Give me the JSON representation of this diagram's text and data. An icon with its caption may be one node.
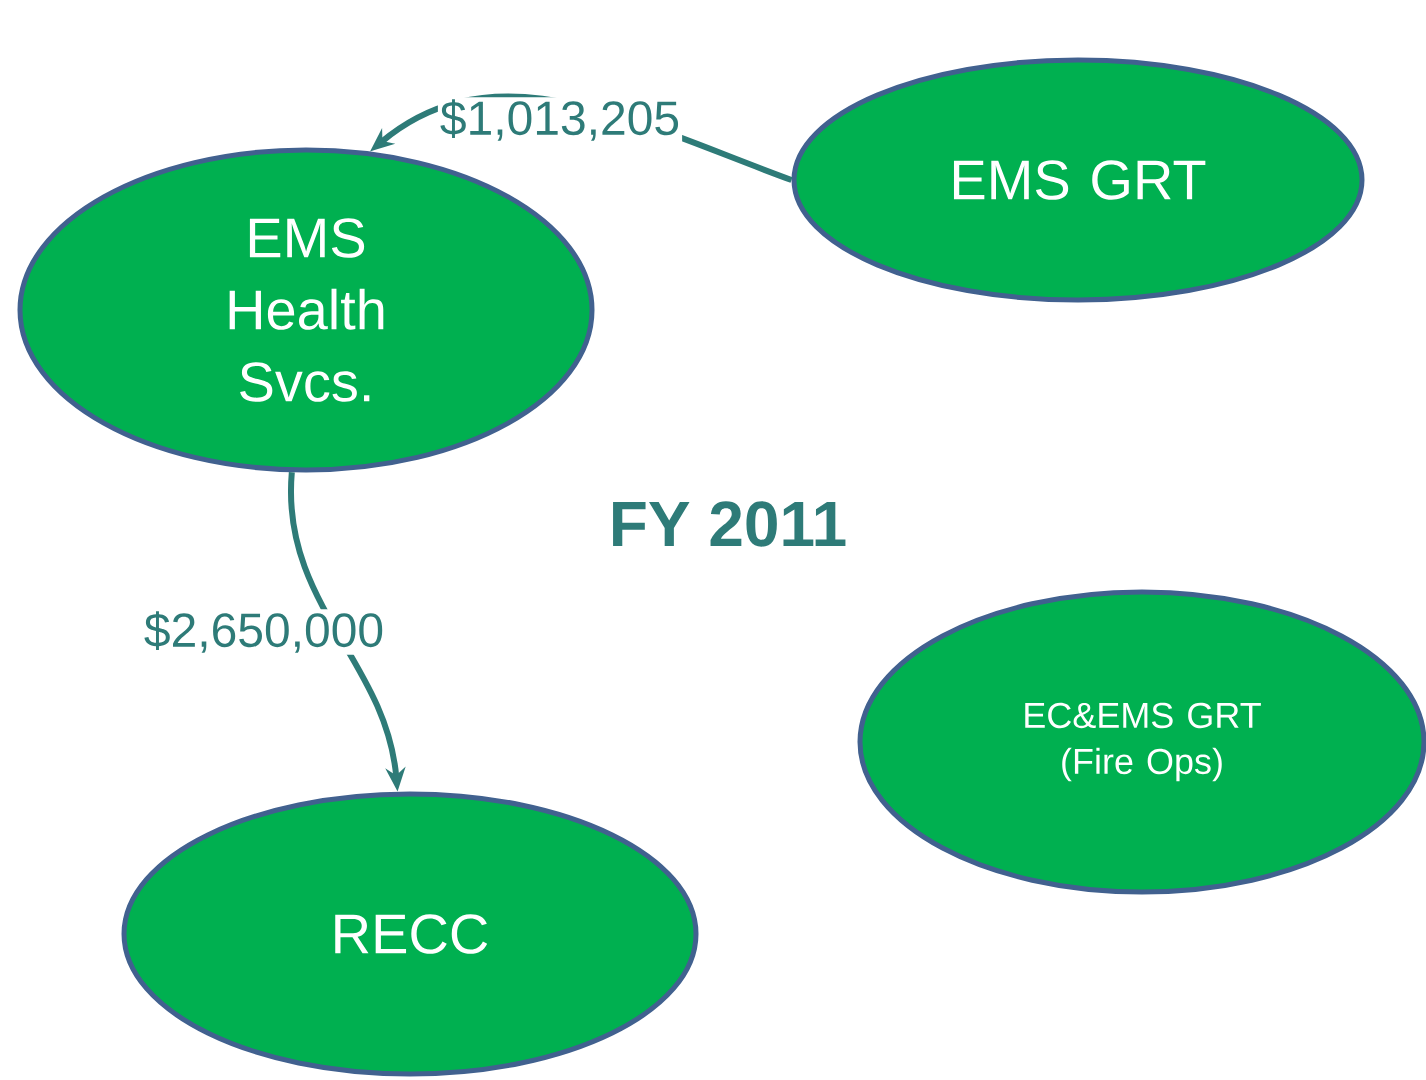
{
  "diagram": {
    "title": "FY 2011",
    "nodes": [
      {
        "text": [
          "EMS GRT"
        ]
      },
      {
        "text": [
          "EMS Health Svcs."
        ]
      },
      {
        "text": [
          "RECC"
        ]
      },
      {
        "text": [
          "EC&EMS GRT (Fire Ops)"
        ]
      }
    ],
    "edges": [
      {
        "from": 0,
        "to": 1,
        "arrow": "to",
        "label": "$1,013,205"
      },
      {
        "from": 1,
        "to": 2,
        "arrow": "to",
        "label": "$2,650,000"
      }
    ]
  }
}
